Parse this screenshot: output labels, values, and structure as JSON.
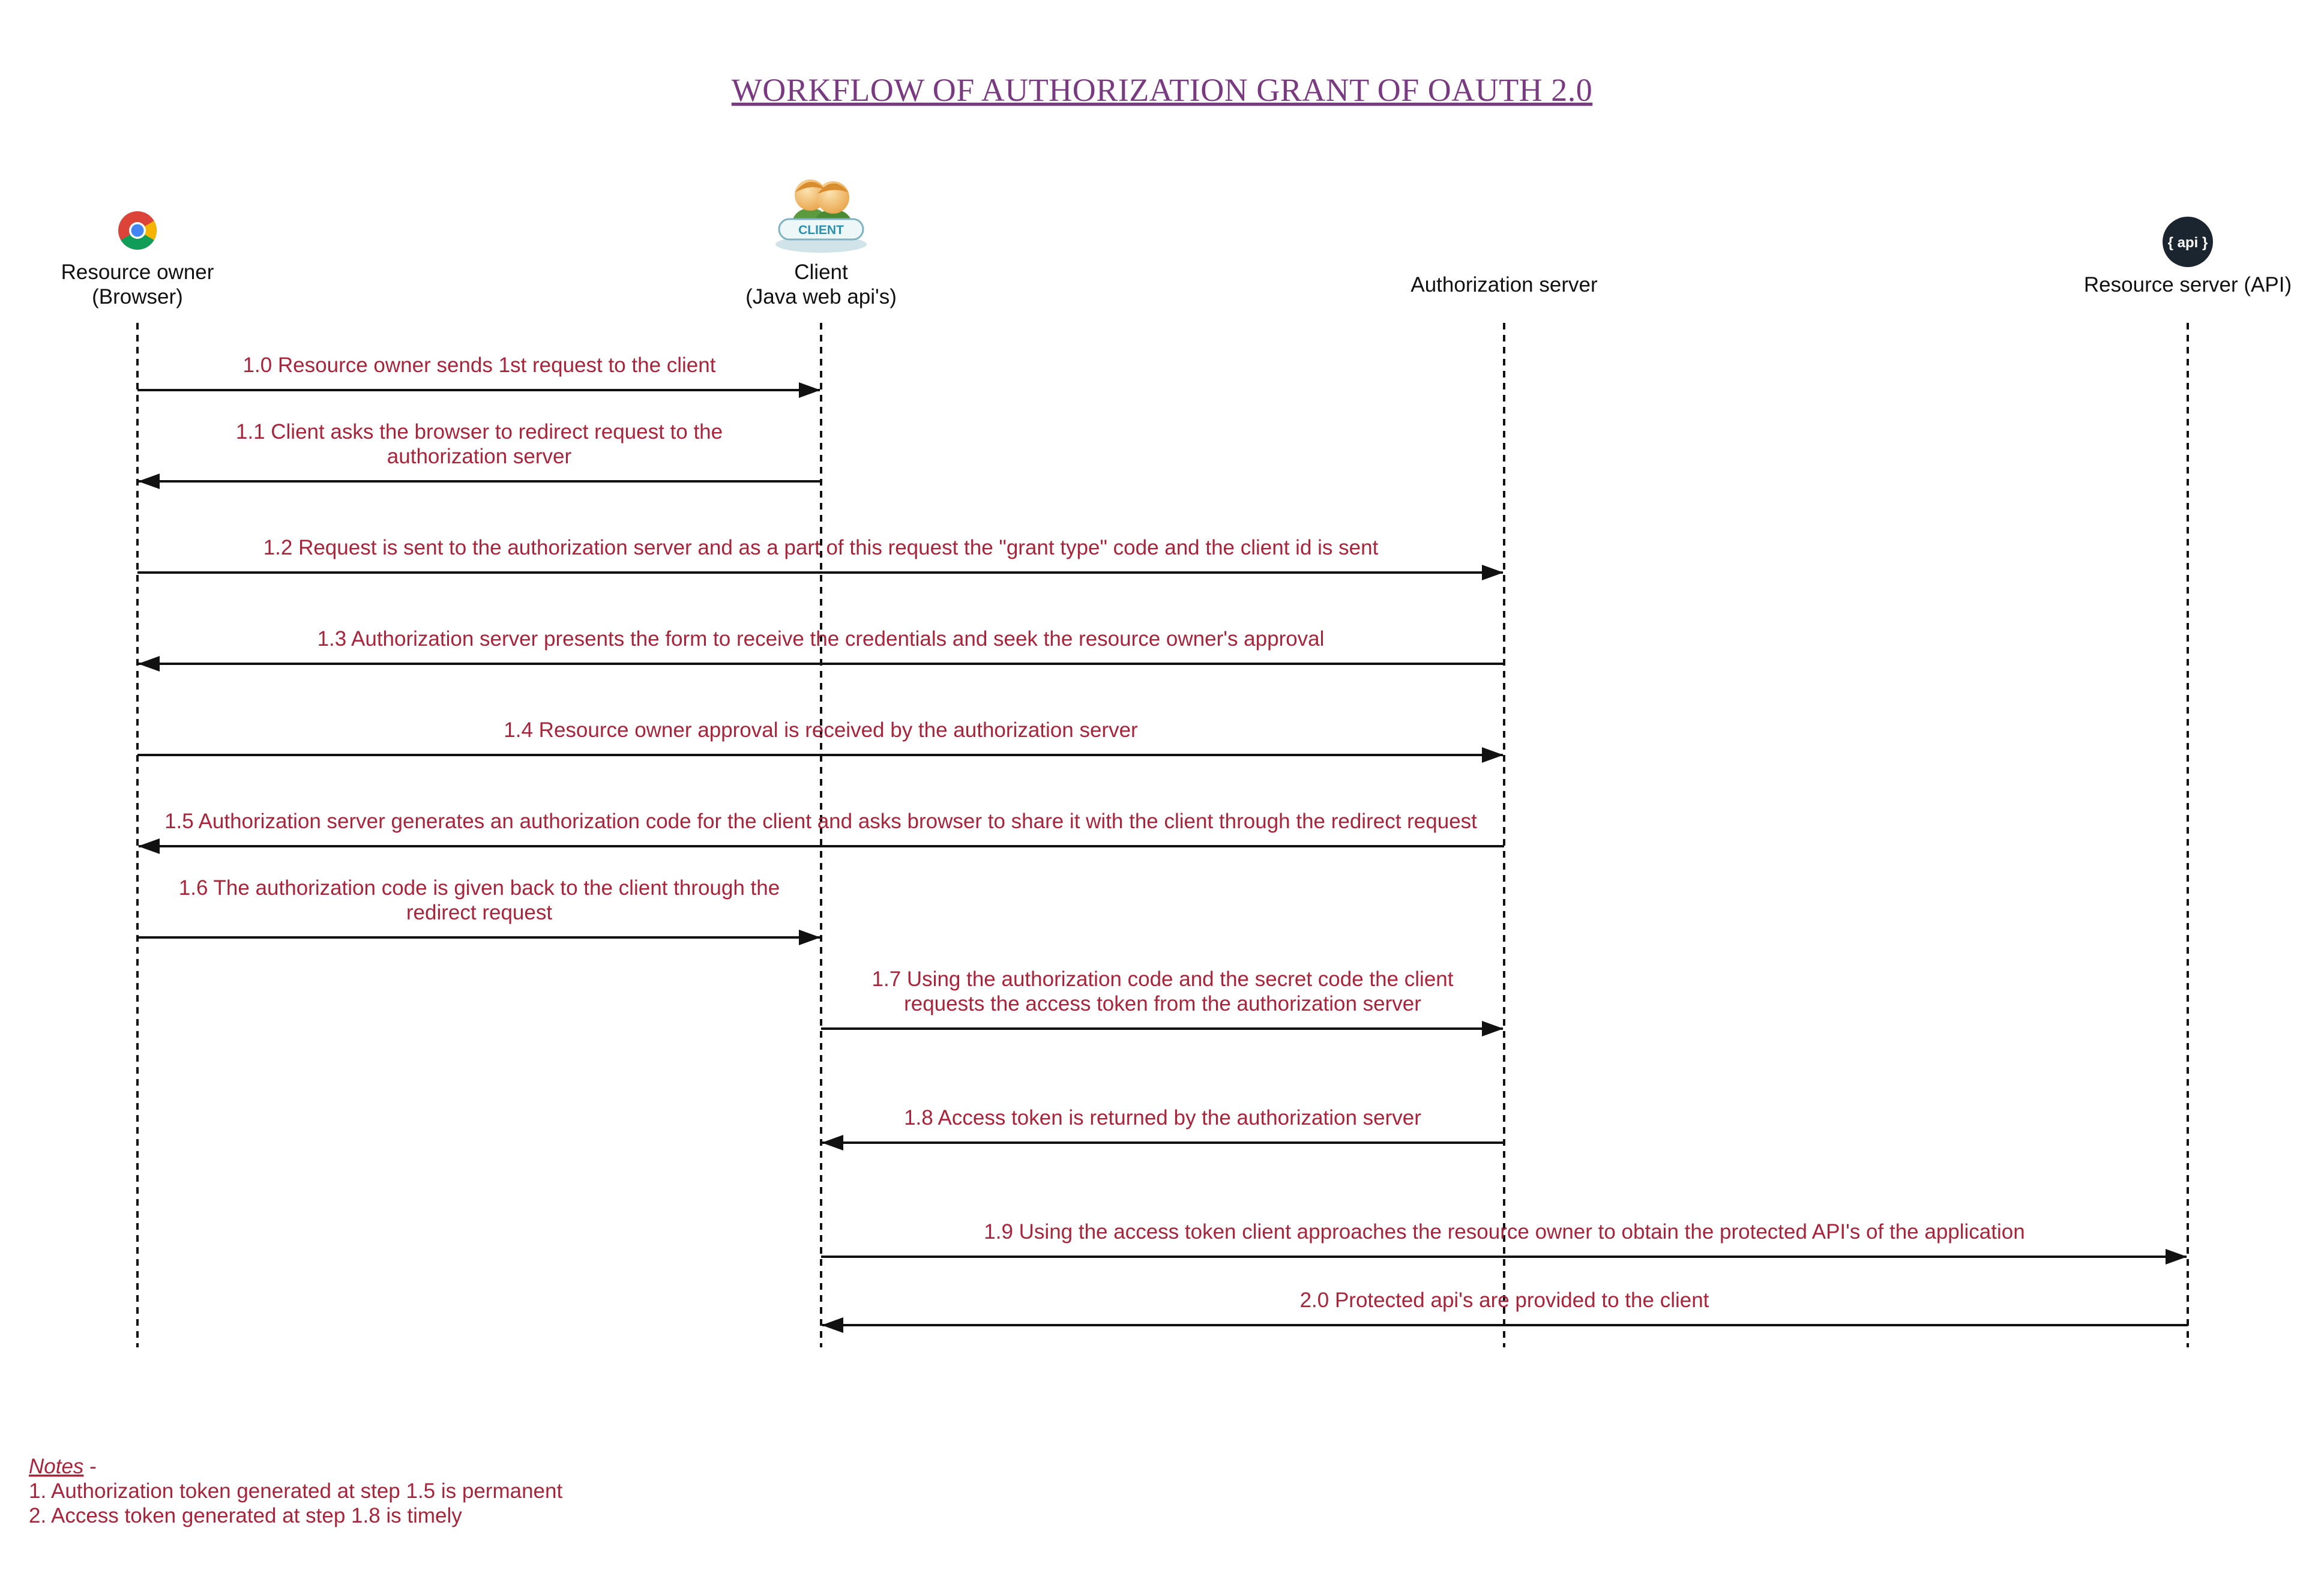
{
  "title": "WORKFLOW OF AUTHORIZATION GRANT OF OAUTH 2.0",
  "actors": {
    "owner": {
      "line1": "Resource owner",
      "line2": "(Browser)",
      "icon": "chrome-icon"
    },
    "client": {
      "line1": "Client",
      "line2": "(Java web api's)",
      "icon": "client-users-icon",
      "badge": "CLIENT"
    },
    "auth": {
      "line1": "Authorization server",
      "icon": ""
    },
    "resource": {
      "line1": "Resource server (API)",
      "icon": "api-icon",
      "badge": "{ api }"
    }
  },
  "messages": [
    {
      "id": "1.0",
      "from": "owner",
      "to": "client",
      "lines": [
        "1.0 Resource owner sends 1st request to the client"
      ]
    },
    {
      "id": "1.1",
      "from": "client",
      "to": "owner",
      "lines": [
        "1.1 Client asks the browser to redirect request to the",
        "authorization server"
      ]
    },
    {
      "id": "1.2",
      "from": "owner",
      "to": "auth",
      "lines": [
        "1.2 Request is sent to the authorization server and as a part of this request the \"grant type\" code and the client id is sent"
      ]
    },
    {
      "id": "1.3",
      "from": "auth",
      "to": "owner",
      "lines": [
        "1.3 Authorization server presents the form to receive the credentials and seek the resource owner's approval"
      ]
    },
    {
      "id": "1.4",
      "from": "owner",
      "to": "auth",
      "lines": [
        "1.4 Resource owner approval is received by the authorization server"
      ]
    },
    {
      "id": "1.5",
      "from": "auth",
      "to": "owner",
      "lines": [
        "1.5 Authorization server generates an authorization code for the client and asks browser to share it with the client through the redirect request"
      ]
    },
    {
      "id": "1.6",
      "from": "owner",
      "to": "client",
      "lines": [
        "1.6 The authorization code is given back to the client through the",
        "redirect request"
      ]
    },
    {
      "id": "1.7",
      "from": "client",
      "to": "auth",
      "lines": [
        "1.7 Using the authorization code and the secret code the client",
        "requests the access token from the authorization server"
      ]
    },
    {
      "id": "1.8",
      "from": "auth",
      "to": "client",
      "lines": [
        "1.8 Access token is returned by the authorization server"
      ]
    },
    {
      "id": "1.9",
      "from": "client",
      "to": "resource",
      "lines": [
        "1.9 Using the access token client approaches the resource owner to obtain the protected API's of the application"
      ]
    },
    {
      "id": "2.0",
      "from": "resource",
      "to": "client",
      "lines": [
        "2.0 Protected api's are provided to the client"
      ]
    }
  ],
  "notes": {
    "heading": "Notes",
    "heading_suffix": " -",
    "items": [
      "1. Authorization token generated at step 1.5 is permanent",
      "2. Access token generated at step 1.8 is timely"
    ]
  },
  "colors": {
    "title": "#7a3a82",
    "message_text": "#a8243a",
    "lines": "#111111",
    "api_icon_bg": "#1b2530"
  }
}
